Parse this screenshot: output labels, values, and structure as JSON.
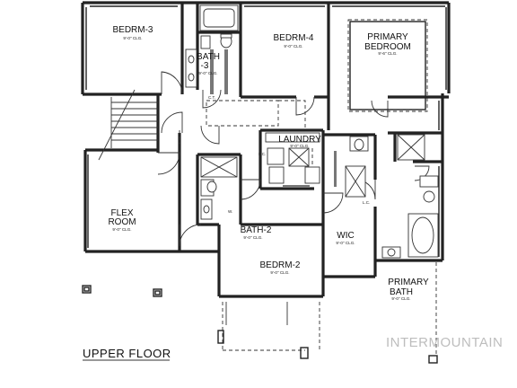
{
  "floor_label": "UPPER FLOOR",
  "watermark": "INTERMOUNTAIN",
  "rooms": {
    "bedrm3": {
      "name": "BEDRM-3",
      "ceiling": "9'-0\" CLG."
    },
    "bedrm4": {
      "name": "BEDRM-4",
      "ceiling": "9'-0\" CLG."
    },
    "primary_bedroom": {
      "line1": "PRIMARY",
      "line2": "BEDROOM",
      "ceiling": "9'-6\" CLG."
    },
    "bath3": {
      "line1": "BATH",
      "line2": "-3",
      "ceiling": "9'-0\" CLG."
    },
    "laundry": {
      "name": "LAUNDRY",
      "ceiling": "9'-0\" CLG."
    },
    "flex_room": {
      "line1": "FLEX",
      "line2": "ROOM",
      "ceiling": "9'-0\" CLG."
    },
    "bath2": {
      "name": "BATH-2",
      "ceiling": "9'-0\" CLG."
    },
    "bedrm2": {
      "name": "BEDRM-2",
      "ceiling": "9'-0\" CLG."
    },
    "wic": {
      "name": "WIC",
      "ceiling": "9'-0\" CLG."
    },
    "primary_bath": {
      "line1": "PRIMARY",
      "line2": "BATH",
      "ceiling": "9'-0\" CLG."
    }
  },
  "annotations": {
    "linen_closet": "L.C.",
    "linen_closet_2": "L.C.",
    "wardrobe": "W.",
    "cabinet": "C.T."
  }
}
